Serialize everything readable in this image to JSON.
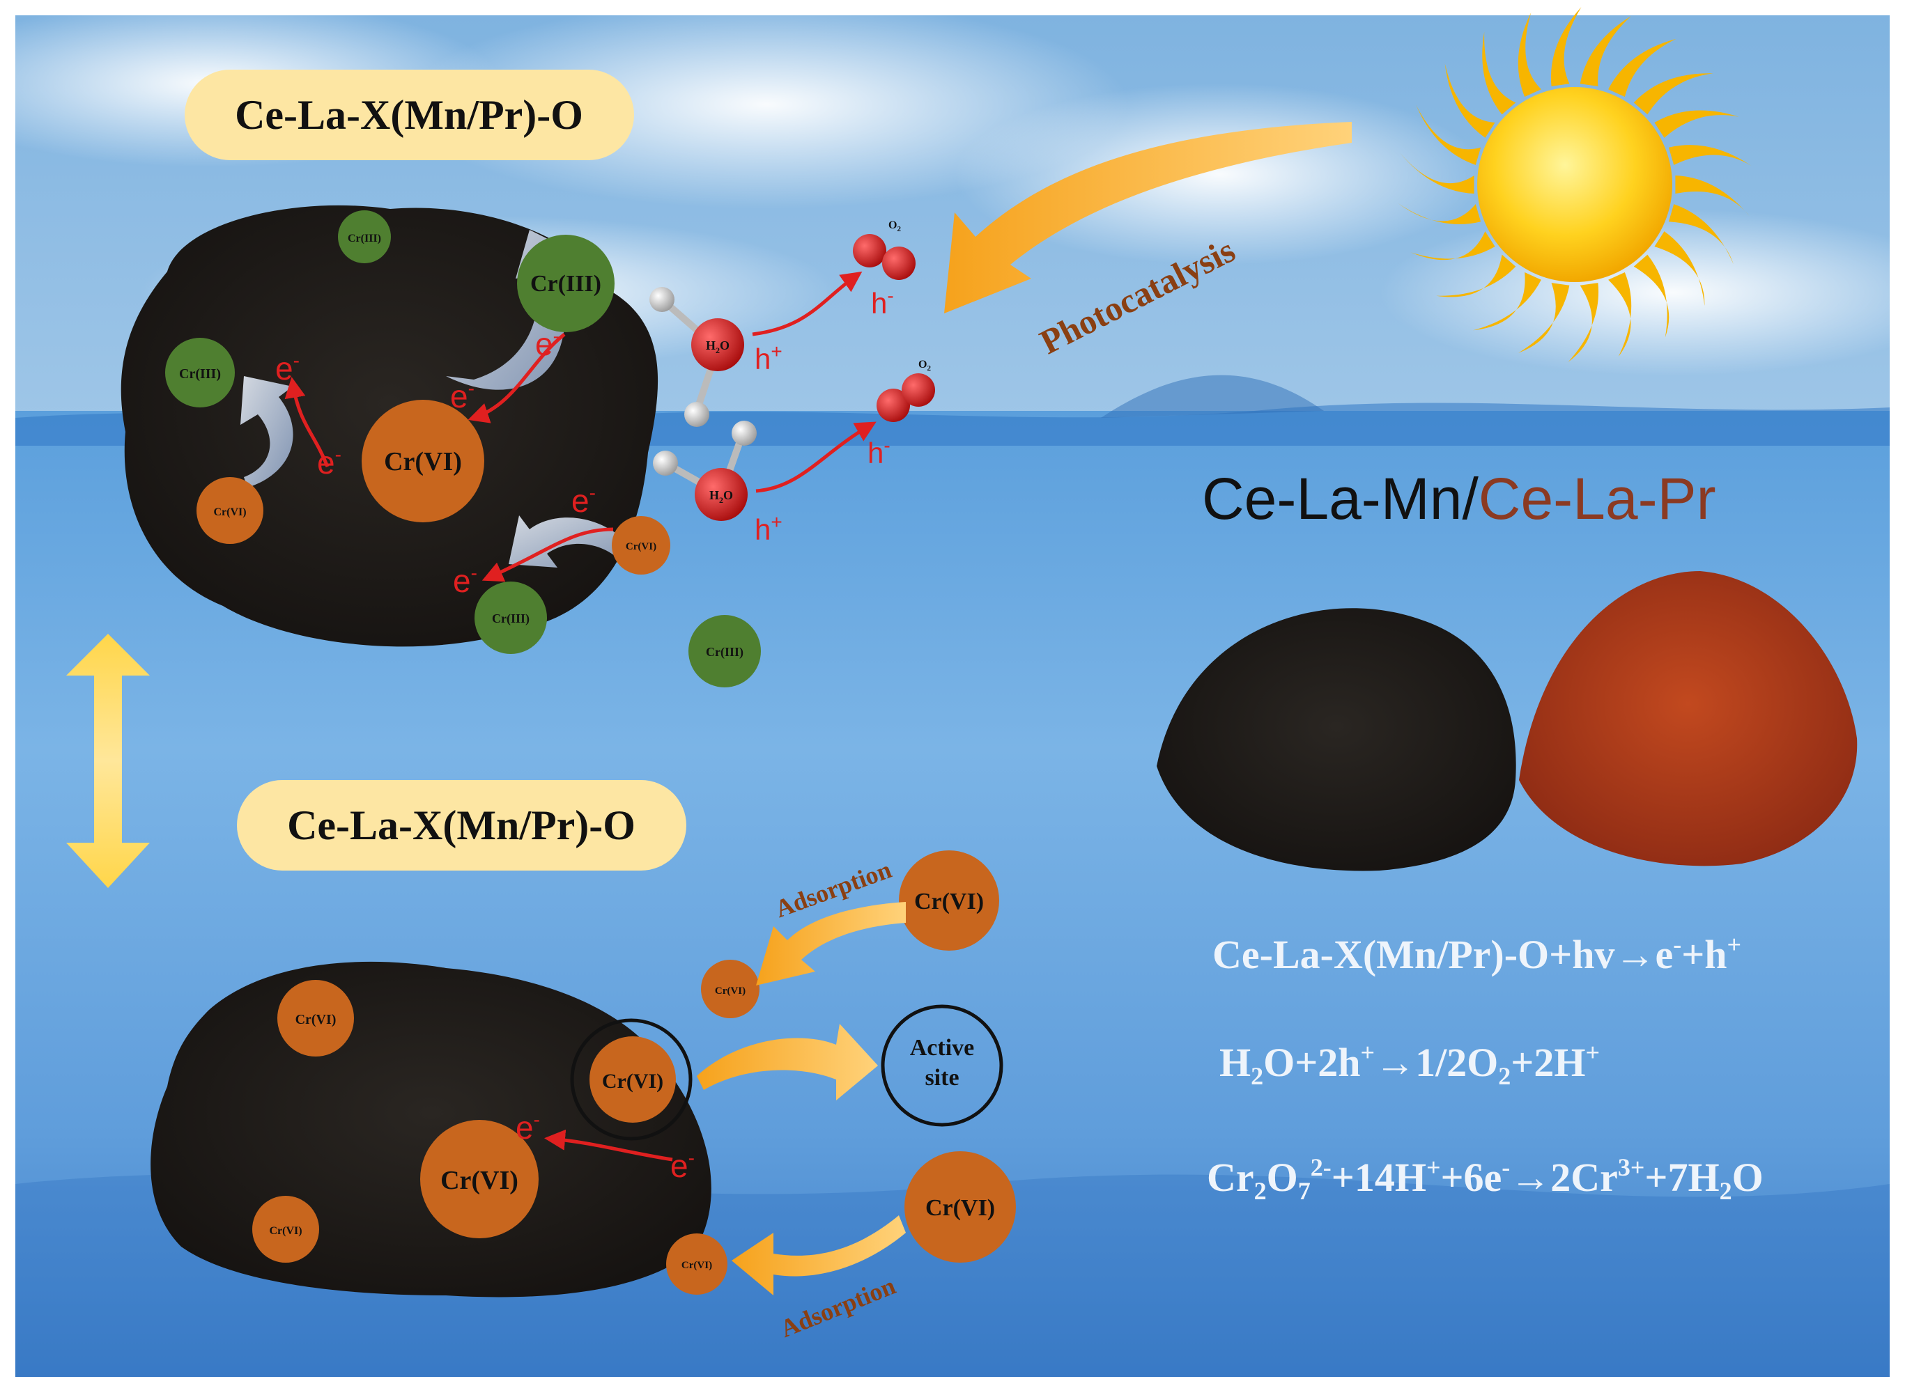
{
  "top_pill": "Ce-La-X(Mn/Pr)-O",
  "bottom_pill": "Ce-La-X(Mn/Pr)-O",
  "photocatalysis_label": "Photocatalysis",
  "material_title": {
    "part1": "Ce-La-Mn/",
    "part2": "Ce-La-Pr"
  },
  "top_species": {
    "cr3": "Cr(III)",
    "cr6": "Cr(VI)",
    "electron": "e",
    "electron_sup": "-",
    "hole": "h",
    "hole_sup": "+",
    "hminus": "h",
    "hminus_sup": "-",
    "water": "H",
    "water_sub": "2",
    "water_tail": "O",
    "oxygen": "O",
    "oxygen_sub": "2"
  },
  "bottom_species": {
    "cr6": "Cr(VI)",
    "adsorption": "Adsorption",
    "active_site_line1": "Active",
    "active_site_line2": "site",
    "electron": "e",
    "electron_sup": "-"
  },
  "equations": {
    "eq1": {
      "a": "Ce-La-X(Mn/Pr)-O+hv→e",
      "a_sup": "-",
      "b": "+h",
      "b_sup": "+"
    },
    "eq2": {
      "a": "H",
      "a_sub": "2",
      "b": "O+2h",
      "b_sup": "+",
      "c": "→1/2O",
      "c_sub": "2",
      "d": "+2H",
      "d_sup": "+"
    },
    "eq3": {
      "a": "Cr",
      "a_sub": "2",
      "b": "O",
      "b_sub": "7",
      "b_sup": "2-",
      "c": "+14H",
      "c_sup": "+",
      "d": "+6e",
      "d_sup": "-",
      "e": "→2Cr",
      "e_sup": "3+",
      "f": "+7H",
      "f_sub": "2",
      "g": "O"
    }
  },
  "colors": {
    "cr6": "#c8661e",
    "cr3": "#4f7f30",
    "pill": "#fde6a3",
    "electron_arrow": "#e02020",
    "orange_arrow": "#f5a623",
    "photocatalysis_text": "#8a3f12",
    "pr_text": "#8b3a22",
    "equation_text": "#eef4fb"
  }
}
